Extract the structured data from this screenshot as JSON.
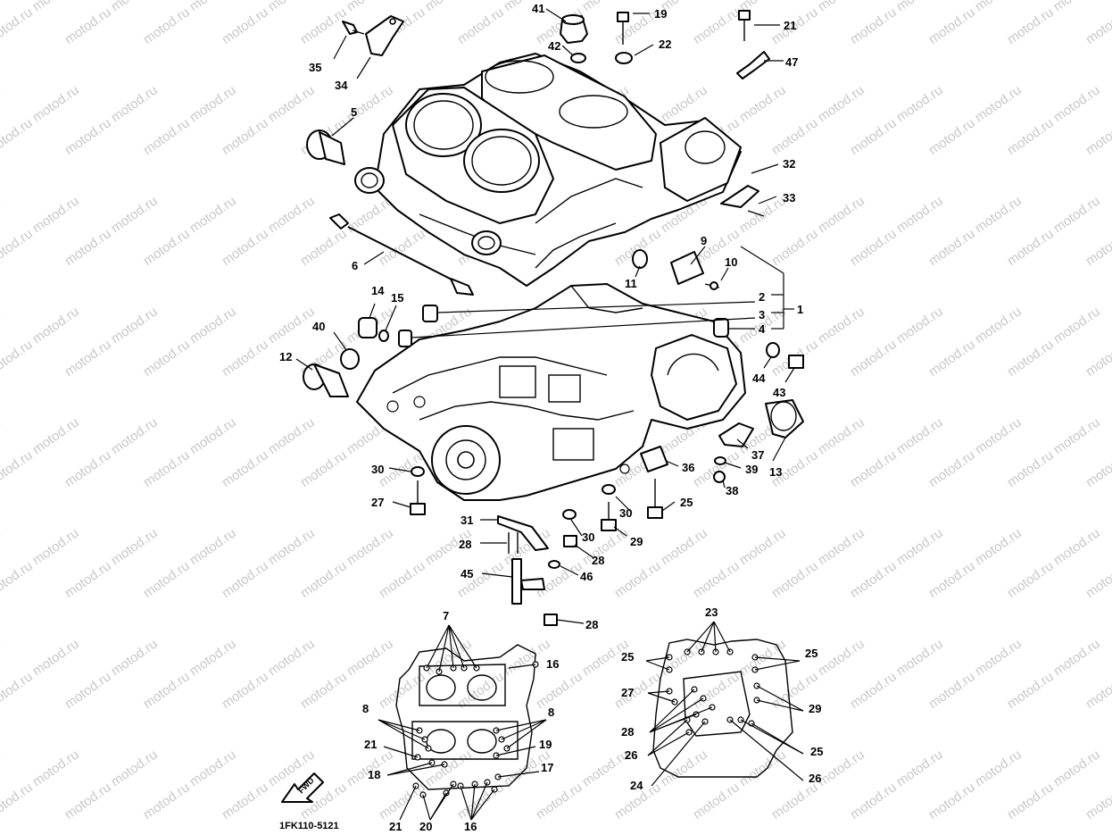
{
  "watermark": "motod.ru",
  "diagram_code": "1FK110-5121",
  "forward_label": "FWD",
  "callouts": {
    "c1": "1",
    "c2": "2",
    "c3": "3",
    "c4": "4",
    "c5": "5",
    "c6": "6",
    "c7": "7",
    "c8a": "8",
    "c8b": "8",
    "c9": "9",
    "c10": "10",
    "c11": "11",
    "c12": "12",
    "c13": "13",
    "c14": "14",
    "c15": "15",
    "c16a": "16",
    "c16b": "16",
    "c17": "17",
    "c18": "18",
    "c19a": "19",
    "c19b": "19",
    "c20": "20",
    "c21a": "21",
    "c21b": "21",
    "c21c": "21",
    "c22": "22",
    "c23": "23",
    "c24": "24",
    "c25a": "25",
    "c25b": "25",
    "c25c": "25",
    "c25d": "25",
    "c26a": "26",
    "c26b": "26",
    "c27a": "27",
    "c27b": "27",
    "c28a": "28",
    "c28b": "28",
    "c28c": "28",
    "c28d": "28",
    "c29a": "29",
    "c29b": "29",
    "c30a": "30",
    "c30b": "30",
    "c30c": "30",
    "c31": "31",
    "c32": "32",
    "c33": "33",
    "c34": "34",
    "c35": "35",
    "c36": "36",
    "c37": "37",
    "c38": "38",
    "c39": "39",
    "c40": "40",
    "c41": "41",
    "c42": "42",
    "c43": "43",
    "c44": "44",
    "c45": "45",
    "c46": "46",
    "c47": "47"
  }
}
